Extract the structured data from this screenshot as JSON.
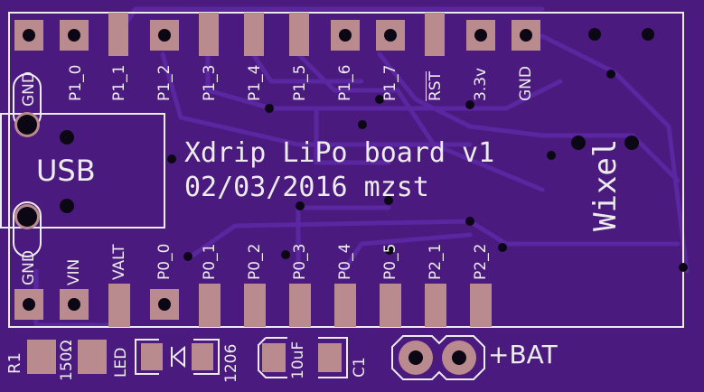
{
  "colors": {
    "board": "#4a1a7e",
    "silkscreen": "#ececec",
    "pad": "#b98a8e",
    "hole": "#0b0714"
  },
  "title_line1": "Xdrip LiPo board v1",
  "title_line2": "02/03/2016 mzst",
  "usb_label": "USB",
  "wixel_label": "Wixel",
  "top_pins": [
    "GND",
    "P1_0",
    "P1_1",
    "P1_2",
    "P1_3",
    "P1_4",
    "P1_5",
    "P1_6",
    "P1_7",
    "RST",
    "3.3v",
    "GND"
  ],
  "left_pins": {
    "top": "GND",
    "bottom": "GND"
  },
  "bottom_pins": [
    "VIN",
    "VALT",
    "P0_0",
    "P0_1",
    "P0_2",
    "P0_3",
    "P0_4",
    "P0_5",
    "P2_1",
    "P2_2"
  ],
  "components": {
    "r1_ref": "R1",
    "r1_value": "150Ω",
    "led_ref": "LED",
    "led_size": "1206",
    "cap_value": "10uF",
    "cap_ref": "C1",
    "battery_label": "+BAT"
  }
}
